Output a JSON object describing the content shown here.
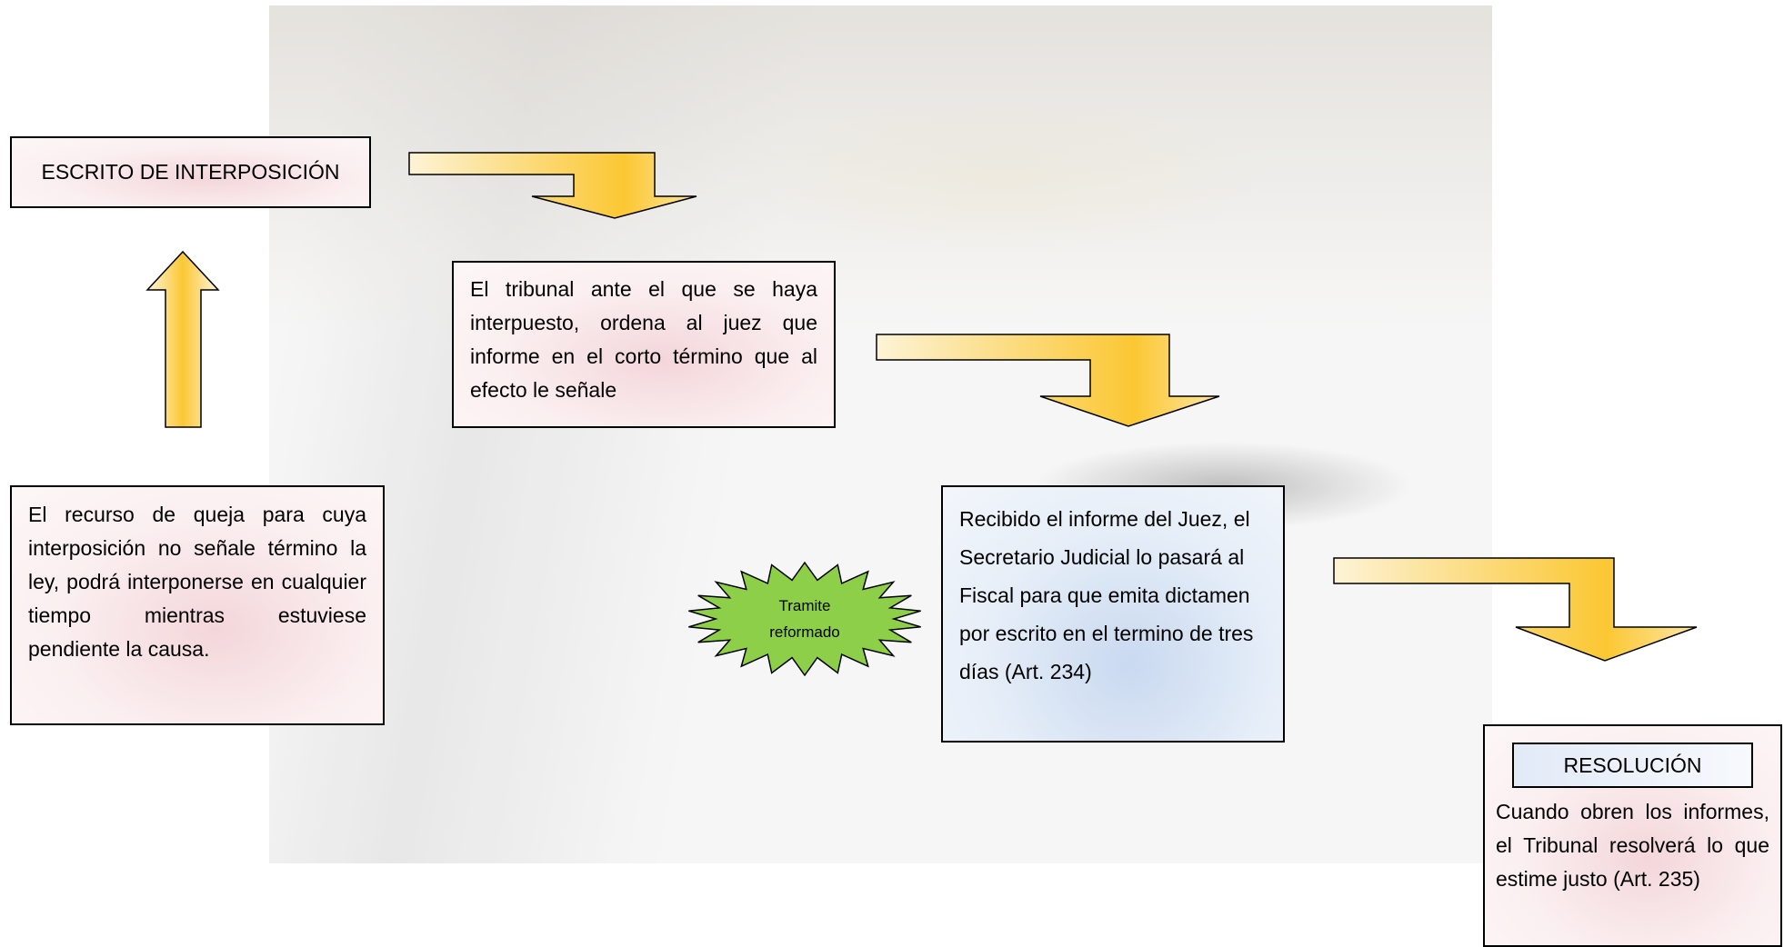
{
  "nodes": {
    "escrito": "ESCRITO DE INTERPOSICIÓN",
    "tribunal": "El tribunal ante el que se haya interpuesto, ordena al juez que informe en el corto término que al efecto le señale",
    "queja": "El recurso de queja para cuya interposición no señale término la ley, podrá interponerse en cualquier tiempo mientras estuviese pendiente la causa.",
    "recibido": "Recibido el informe del Juez, el Secretario Judicial lo pasará al Fiscal para que emita dictamen por escrito en el termino de tres días (Art. 234)",
    "resolucion_title": "RESOLUCIÓN",
    "resolucion_text": "Cuando obren los informes, el Tribunal resolverá lo que estime justo (Art. 235)",
    "star_line1": "Tramite",
    "star_line2": "reformado"
  },
  "colors": {
    "arrow_fill": "#fbc733",
    "arrow_light": "#fdf1cf",
    "star_fill": "#8dcf48",
    "box_pink": "#f3d6da",
    "box_blue": "#c9d9f0"
  }
}
